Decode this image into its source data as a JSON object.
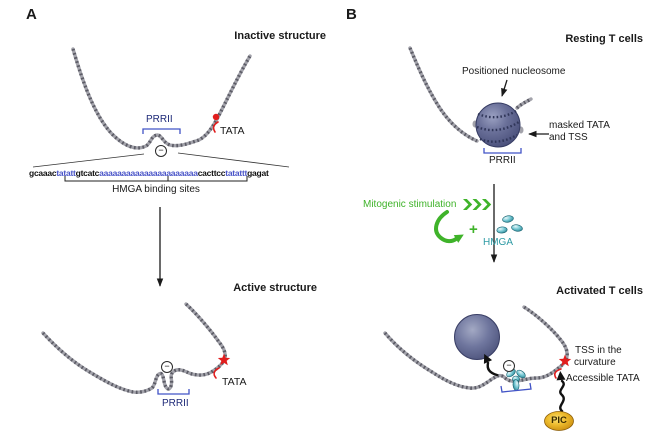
{
  "colors": {
    "sequence_blue": "#4a55c8",
    "bracket_blue": "#4153c6",
    "accent_red": "#e11d1d",
    "stimulation_green": "#3fb32a",
    "hmga_teal": "#2d9aa4",
    "nucleosome_blue": "#565c86",
    "pic_gold": "#d89b13"
  },
  "panel_a": {
    "label": "A",
    "inactive_title": "Inactive structure",
    "active_title": "Active structure",
    "prrii_top": "PRRII",
    "tata_top": "TATA",
    "minus_top": "−",
    "prrii_bottom": "PRRII",
    "tata_bottom": "TATA",
    "minus_bottom": "−",
    "sequence": {
      "seg1_black": "gcaaac",
      "seg2_blue": "tatatt",
      "seg3_black": "gtcatc",
      "seg4_blue": "aaaaaaaaaaaaaaaaaaaaaa",
      "seg5_black": "cacttcc",
      "seg6_blue": "tatattt",
      "seg7_black": "gagat"
    },
    "hmga_sites_label": "HMGA binding sites"
  },
  "panel_b": {
    "label": "B",
    "resting_title": "Resting T cells",
    "positioned_nucleosome_label": "Positioned nucleosome",
    "masked_line1": "masked TATA",
    "masked_line2": "and TSS",
    "prrii_resting": "PRRII",
    "mitogenic_label": "Mitogenic stimulation",
    "plus_sign": "+",
    "hmga_label": "HMGA",
    "activated_title": "Activated T cells",
    "minus_activated": "−",
    "tss_line1": "TSS in the",
    "tss_line2": "curvature",
    "accessible_tata_label": "Accessible TATA",
    "pic_label": "PIC"
  }
}
